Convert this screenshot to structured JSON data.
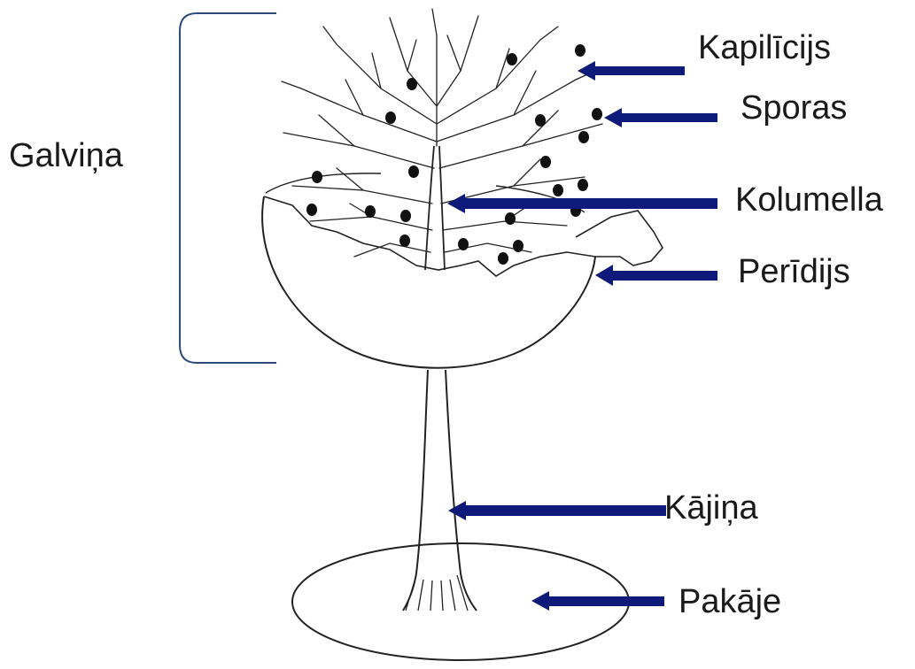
{
  "labels": {
    "galvina": "Galviņa",
    "kapilicijs": "Kapilīcijs",
    "sporas": "Sporas",
    "kolumella": "Kolumella",
    "peridijs": "Perīdijs",
    "kajina": "Kājiņa",
    "pakaje": "Pakāje"
  },
  "colors": {
    "arrow": "#0d1a7a",
    "bracket": "#2c4a7a",
    "ink": "#222222"
  }
}
